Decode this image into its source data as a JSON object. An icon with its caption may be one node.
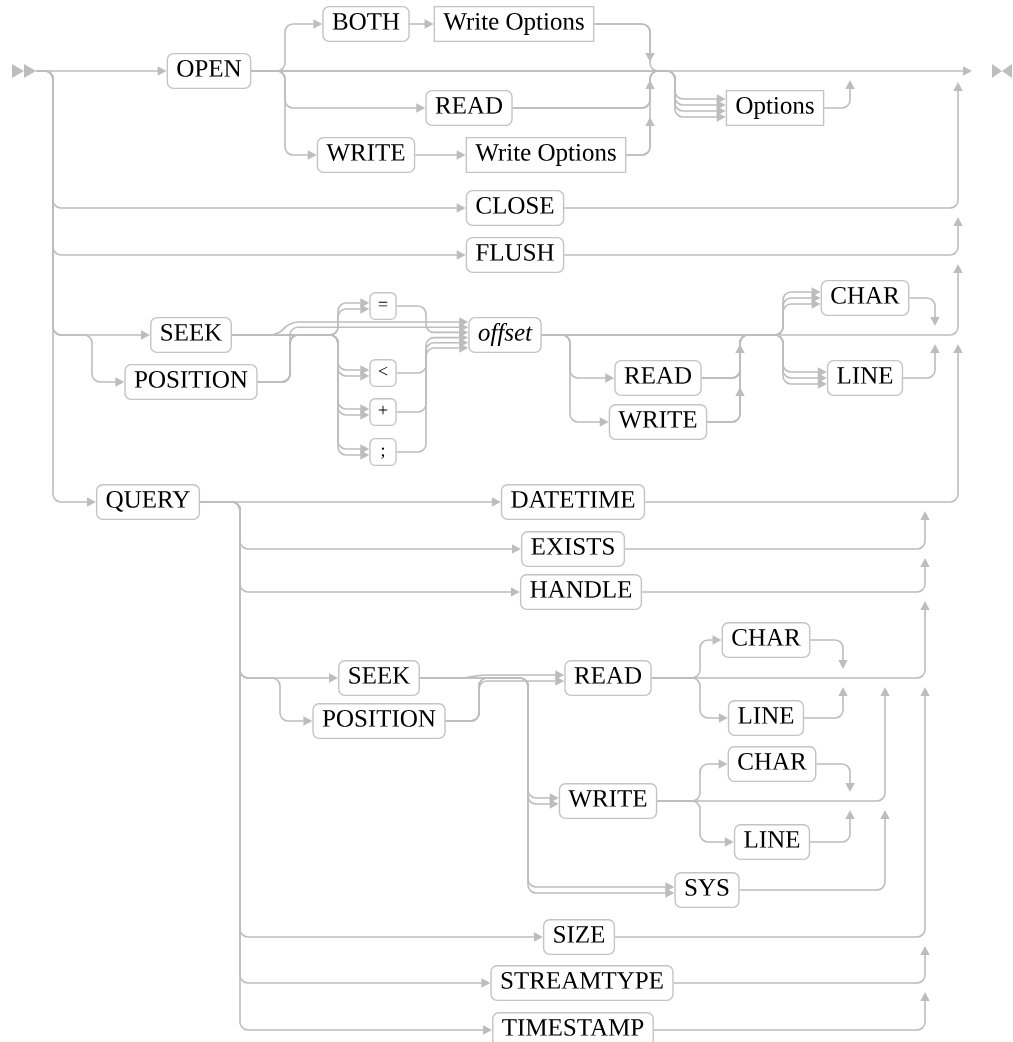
{
  "diagram": {
    "nodes": [
      {
        "text": [
          "OPEN"
        ]
      },
      {
        "text": [
          "BOTH"
        ]
      },
      {
        "text": [
          "Write Options"
        ]
      },
      {
        "text": [
          "READ"
        ]
      },
      {
        "text": [
          "WRITE"
        ]
      },
      {
        "text": [
          "Write Options"
        ]
      },
      {
        "text": [
          "Options"
        ]
      },
      {
        "text": [
          "CLOSE"
        ]
      },
      {
        "text": [
          "FLUSH"
        ]
      },
      {
        "text": [
          "SEEK"
        ]
      },
      {
        "text": [
          "POSITION"
        ]
      },
      {
        "text": [
          "="
        ]
      },
      {
        "text": [
          "<"
        ]
      },
      {
        "text": [
          "+"
        ]
      },
      {
        "text": [
          ";"
        ]
      },
      {
        "text": [
          "offset"
        ]
      },
      {
        "text": [
          "READ"
        ]
      },
      {
        "text": [
          "WRITE"
        ]
      },
      {
        "text": [
          "CHAR"
        ]
      },
      {
        "text": [
          "LINE"
        ]
      },
      {
        "text": [
          "QUERY"
        ]
      },
      {
        "text": [
          "DATETIME"
        ]
      },
      {
        "text": [
          "EXISTS"
        ]
      },
      {
        "text": [
          "HANDLE"
        ]
      },
      {
        "text": [
          "SEEK"
        ]
      },
      {
        "text": [
          "POSITION"
        ]
      },
      {
        "text": [
          "READ"
        ]
      },
      {
        "text": [
          "CHAR"
        ]
      },
      {
        "text": [
          "LINE"
        ]
      },
      {
        "text": [
          "WRITE"
        ]
      },
      {
        "text": [
          "CHAR"
        ]
      },
      {
        "text": [
          "LINE"
        ]
      },
      {
        "text": [
          "SYS"
        ]
      },
      {
        "text": [
          "SIZE"
        ]
      },
      {
        "text": [
          "STREAMTYPE"
        ]
      },
      {
        "text": [
          "TIMESTAMP"
        ]
      }
    ],
    "edges": [
      {
        "from": null,
        "to": 0,
        "arrow": "to"
      },
      {
        "from": 0,
        "to": 1,
        "arrow": "to"
      },
      {
        "from": 1,
        "to": 2,
        "arrow": "to"
      },
      {
        "from": 0,
        "to": 3,
        "arrow": "to"
      },
      {
        "from": 0,
        "to": 4,
        "arrow": "to"
      },
      {
        "from": 4,
        "to": 5,
        "arrow": "to"
      },
      {
        "from": 2,
        "to": 6,
        "arrow": "to"
      },
      {
        "from": 0,
        "to": 6,
        "arrow": "to"
      },
      {
        "from": 3,
        "to": 6,
        "arrow": "to"
      },
      {
        "from": 5,
        "to": 6,
        "arrow": "to"
      },
      {
        "from": 2,
        "to": null,
        "arrow": "to"
      },
      {
        "from": 0,
        "to": null,
        "arrow": "to"
      },
      {
        "from": 3,
        "to": null,
        "arrow": "to"
      },
      {
        "from": 5,
        "to": null,
        "arrow": "to"
      },
      {
        "from": 6,
        "to": null,
        "arrow": "to"
      },
      {
        "from": null,
        "to": 7,
        "arrow": "to"
      },
      {
        "from": 7,
        "to": null,
        "arrow": "to"
      },
      {
        "from": null,
        "to": 8,
        "arrow": "to"
      },
      {
        "from": 8,
        "to": null,
        "arrow": "to"
      },
      {
        "from": null,
        "to": 9,
        "arrow": "to"
      },
      {
        "from": null,
        "to": 10,
        "arrow": "to"
      },
      {
        "from": 9,
        "to": 11,
        "arrow": "to"
      },
      {
        "from": 9,
        "to": 12,
        "arrow": "to"
      },
      {
        "from": 9,
        "to": 13,
        "arrow": "to"
      },
      {
        "from": 9,
        "to": 14,
        "arrow": "to"
      },
      {
        "from": 9,
        "to": 15,
        "arrow": "to"
      },
      {
        "from": 10,
        "to": 11,
        "arrow": "to"
      },
      {
        "from": 10,
        "to": 12,
        "arrow": "to"
      },
      {
        "from": 10,
        "to": 13,
        "arrow": "to"
      },
      {
        "from": 10,
        "to": 14,
        "arrow": "to"
      },
      {
        "from": 10,
        "to": 15,
        "arrow": "to"
      },
      {
        "from": 11,
        "to": 15,
        "arrow": "to"
      },
      {
        "from": 12,
        "to": 15,
        "arrow": "to"
      },
      {
        "from": 13,
        "to": 15,
        "arrow": "to"
      },
      {
        "from": 14,
        "to": 15,
        "arrow": "to"
      },
      {
        "from": 15,
        "to": 16,
        "arrow": "to"
      },
      {
        "from": 15,
        "to": 17,
        "arrow": "to"
      },
      {
        "from": 15,
        "to": 18,
        "arrow": "to"
      },
      {
        "from": 15,
        "to": 19,
        "arrow": "to"
      },
      {
        "from": 16,
        "to": 18,
        "arrow": "to"
      },
      {
        "from": 16,
        "to": 19,
        "arrow": "to"
      },
      {
        "from": 17,
        "to": 18,
        "arrow": "to"
      },
      {
        "from": 17,
        "to": 19,
        "arrow": "to"
      },
      {
        "from": 18,
        "to": null,
        "arrow": "to"
      },
      {
        "from": 19,
        "to": null,
        "arrow": "to"
      },
      {
        "from": 15,
        "to": null,
        "arrow": "to"
      },
      {
        "from": 16,
        "to": null,
        "arrow": "to"
      },
      {
        "from": 17,
        "to": null,
        "arrow": "to"
      },
      {
        "from": null,
        "to": 20,
        "arrow": "to"
      },
      {
        "from": 20,
        "to": 21,
        "arrow": "to"
      },
      {
        "from": 20,
        "to": 22,
        "arrow": "to"
      },
      {
        "from": 20,
        "to": 23,
        "arrow": "to"
      },
      {
        "from": 20,
        "to": 24,
        "arrow": "to"
      },
      {
        "from": 20,
        "to": 25,
        "arrow": "to"
      },
      {
        "from": 20,
        "to": 33,
        "arrow": "to"
      },
      {
        "from": 20,
        "to": 34,
        "arrow": "to"
      },
      {
        "from": 20,
        "to": 35,
        "arrow": "to"
      },
      {
        "from": 21,
        "to": null,
        "arrow": "to"
      },
      {
        "from": 22,
        "to": null,
        "arrow": "to"
      },
      {
        "from": 23,
        "to": null,
        "arrow": "to"
      },
      {
        "from": 33,
        "to": null,
        "arrow": "to"
      },
      {
        "from": 34,
        "to": null,
        "arrow": "to"
      },
      {
        "from": 35,
        "to": null,
        "arrow": "to"
      },
      {
        "from": 24,
        "to": 26,
        "arrow": "to"
      },
      {
        "from": 24,
        "to": 29,
        "arrow": "to"
      },
      {
        "from": 24,
        "to": 32,
        "arrow": "to"
      },
      {
        "from": 25,
        "to": 26,
        "arrow": "to"
      },
      {
        "from": 25,
        "to": 29,
        "arrow": "to"
      },
      {
        "from": 25,
        "to": 32,
        "arrow": "to"
      },
      {
        "from": 26,
        "to": 27,
        "arrow": "to"
      },
      {
        "from": 26,
        "to": 28,
        "arrow": "to"
      },
      {
        "from": 26,
        "to": null,
        "arrow": "to"
      },
      {
        "from": 27,
        "to": null,
        "arrow": "to"
      },
      {
        "from": 28,
        "to": null,
        "arrow": "to"
      },
      {
        "from": 29,
        "to": 30,
        "arrow": "to"
      },
      {
        "from": 29,
        "to": 31,
        "arrow": "to"
      },
      {
        "from": 29,
        "to": null,
        "arrow": "to"
      },
      {
        "from": 30,
        "to": null,
        "arrow": "to"
      },
      {
        "from": 31,
        "to": null,
        "arrow": "to"
      },
      {
        "from": 32,
        "to": null,
        "arrow": "to"
      }
    ]
  }
}
